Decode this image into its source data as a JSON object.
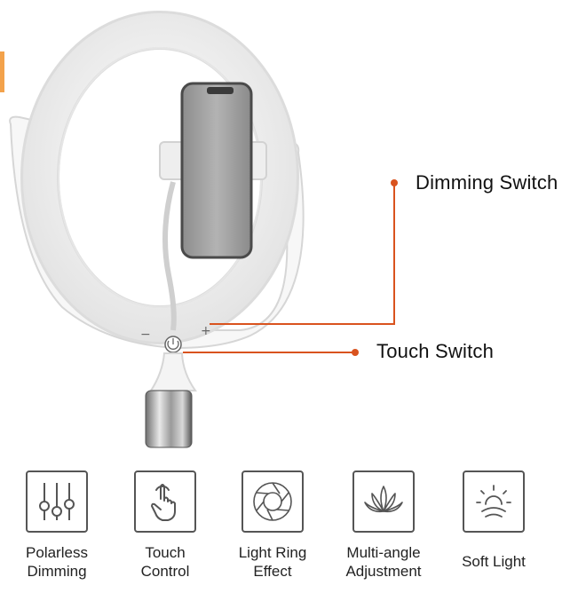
{
  "callouts": {
    "dimming_switch": "Dimming Switch",
    "touch_switch": "Touch Switch"
  },
  "features": [
    {
      "label": "Polarless\nDimming",
      "icon": "slider-dimming-icon"
    },
    {
      "label": "Touch\nControl",
      "icon": "touch-hand-icon"
    },
    {
      "label": "Light Ring\nEffect",
      "icon": "aperture-ring-icon"
    },
    {
      "label": "Multi-angle\nAdjustment",
      "icon": "lotus-icon"
    },
    {
      "label": "Soft Light",
      "icon": "sun-icon"
    }
  ],
  "colors": {
    "accent": "#d9531e",
    "icon_stroke": "#555555",
    "ring": "#f4f4f4"
  }
}
